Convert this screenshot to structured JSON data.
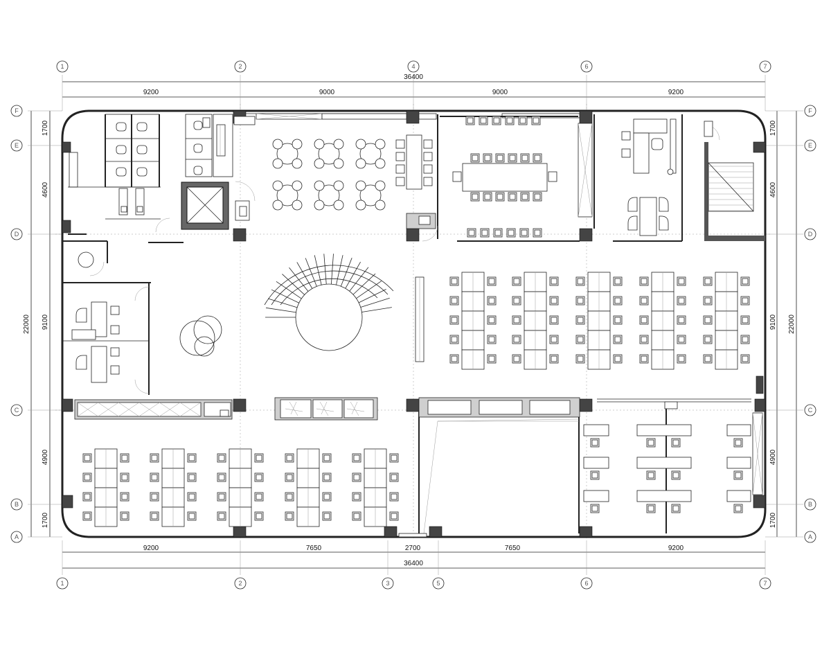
{
  "drawing": {
    "top": {
      "overall": "36400",
      "spans": [
        "9200",
        "9000",
        "9000",
        "9200"
      ],
      "axes": [
        "1",
        "2",
        "4",
        "6",
        "7"
      ]
    },
    "bottom": {
      "overall": "36400",
      "spans": [
        "9200",
        "7650",
        "2700",
        "7650",
        "9200"
      ],
      "axes": [
        "1",
        "2",
        "3",
        "5",
        "6",
        "7"
      ]
    },
    "left": {
      "overall": "22000",
      "spans": [
        "1700",
        "4600",
        "9100",
        "4900",
        "1700"
      ]
    },
    "right": {
      "overall": "22000",
      "spans": [
        "1700",
        "4600",
        "9100",
        "4900",
        "1700"
      ]
    },
    "row_axes": [
      "F",
      "E",
      "D",
      "C",
      "B",
      "A"
    ]
  }
}
